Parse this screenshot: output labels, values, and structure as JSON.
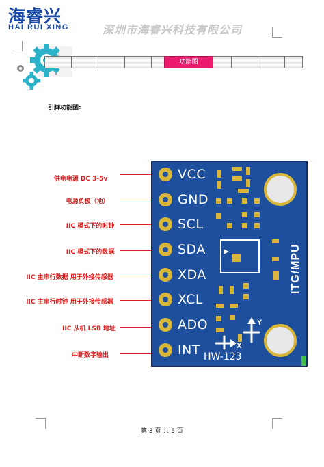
{
  "header": {
    "logo_cn": "海睿兴",
    "logo_en": "HAI RUI XING",
    "company": "深圳市海睿兴科技有限公司"
  },
  "banner": {
    "tab_label": "功能图"
  },
  "section": {
    "label": "引脚功能图:"
  },
  "pins": [
    {
      "name": "VCC",
      "desc": "供电电源   DC 3-5v"
    },
    {
      "name": "GND",
      "desc": "电源负极（地）"
    },
    {
      "name": "SCL",
      "desc": "IIC 模式下的时钟"
    },
    {
      "name": "SDA",
      "desc": "IIC 模式下的数据"
    },
    {
      "name": "XDA",
      "desc": "IIC 主串行数据  用于外接传感器"
    },
    {
      "name": "XCL",
      "desc": "IIC 主串行时钟  用于外接传感器"
    },
    {
      "name": "ADO",
      "desc": "IIC 从机 LSB 地址"
    },
    {
      "name": "INT",
      "desc": "中断数字输出"
    }
  ],
  "board": {
    "chip_label": "ITG/MPU",
    "model": "HW-123",
    "axis_x": "X",
    "axis_y": "Y"
  },
  "footer": {
    "page": "第 3 页 共 5 页"
  },
  "colors": {
    "brand": "#1a4aa8",
    "accent": "#ee1a6e",
    "annotation": "#d91e1e",
    "pcb": "#1d4f9c",
    "pad": "#d7b63a"
  }
}
